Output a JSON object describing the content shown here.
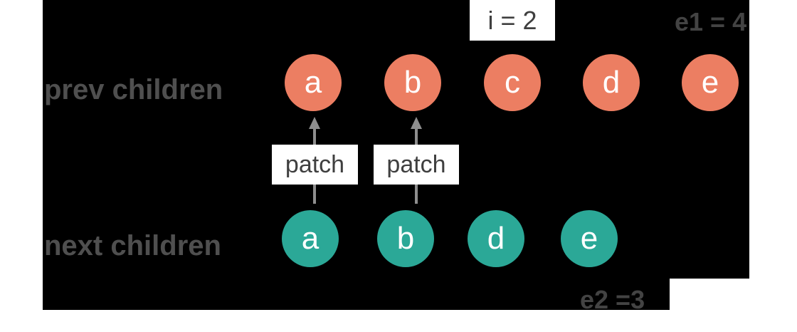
{
  "rows": {
    "prev": {
      "label": "prev children",
      "nodes": [
        "a",
        "b",
        "c",
        "d",
        "e"
      ]
    },
    "next": {
      "label": "next children",
      "nodes": [
        "a",
        "b",
        "d",
        "e"
      ]
    }
  },
  "patch_labels": [
    "patch",
    "patch"
  ],
  "annotations": {
    "index_pointer": "i = 2",
    "prev_end_pointer": "e1 = 4",
    "next_end_pointer": "e2 =3"
  },
  "colors": {
    "prev_node_fill": "#ec7e62",
    "next_node_fill": "#2ba897",
    "node_text": "#ffffff",
    "label_text": "#4f4f4f",
    "annotation_text": "#434343",
    "patch_text": "#3f3f3f",
    "arrow": "#8e8e8e",
    "canvas_bg": "#000000",
    "page_bg": "#ffffff"
  }
}
